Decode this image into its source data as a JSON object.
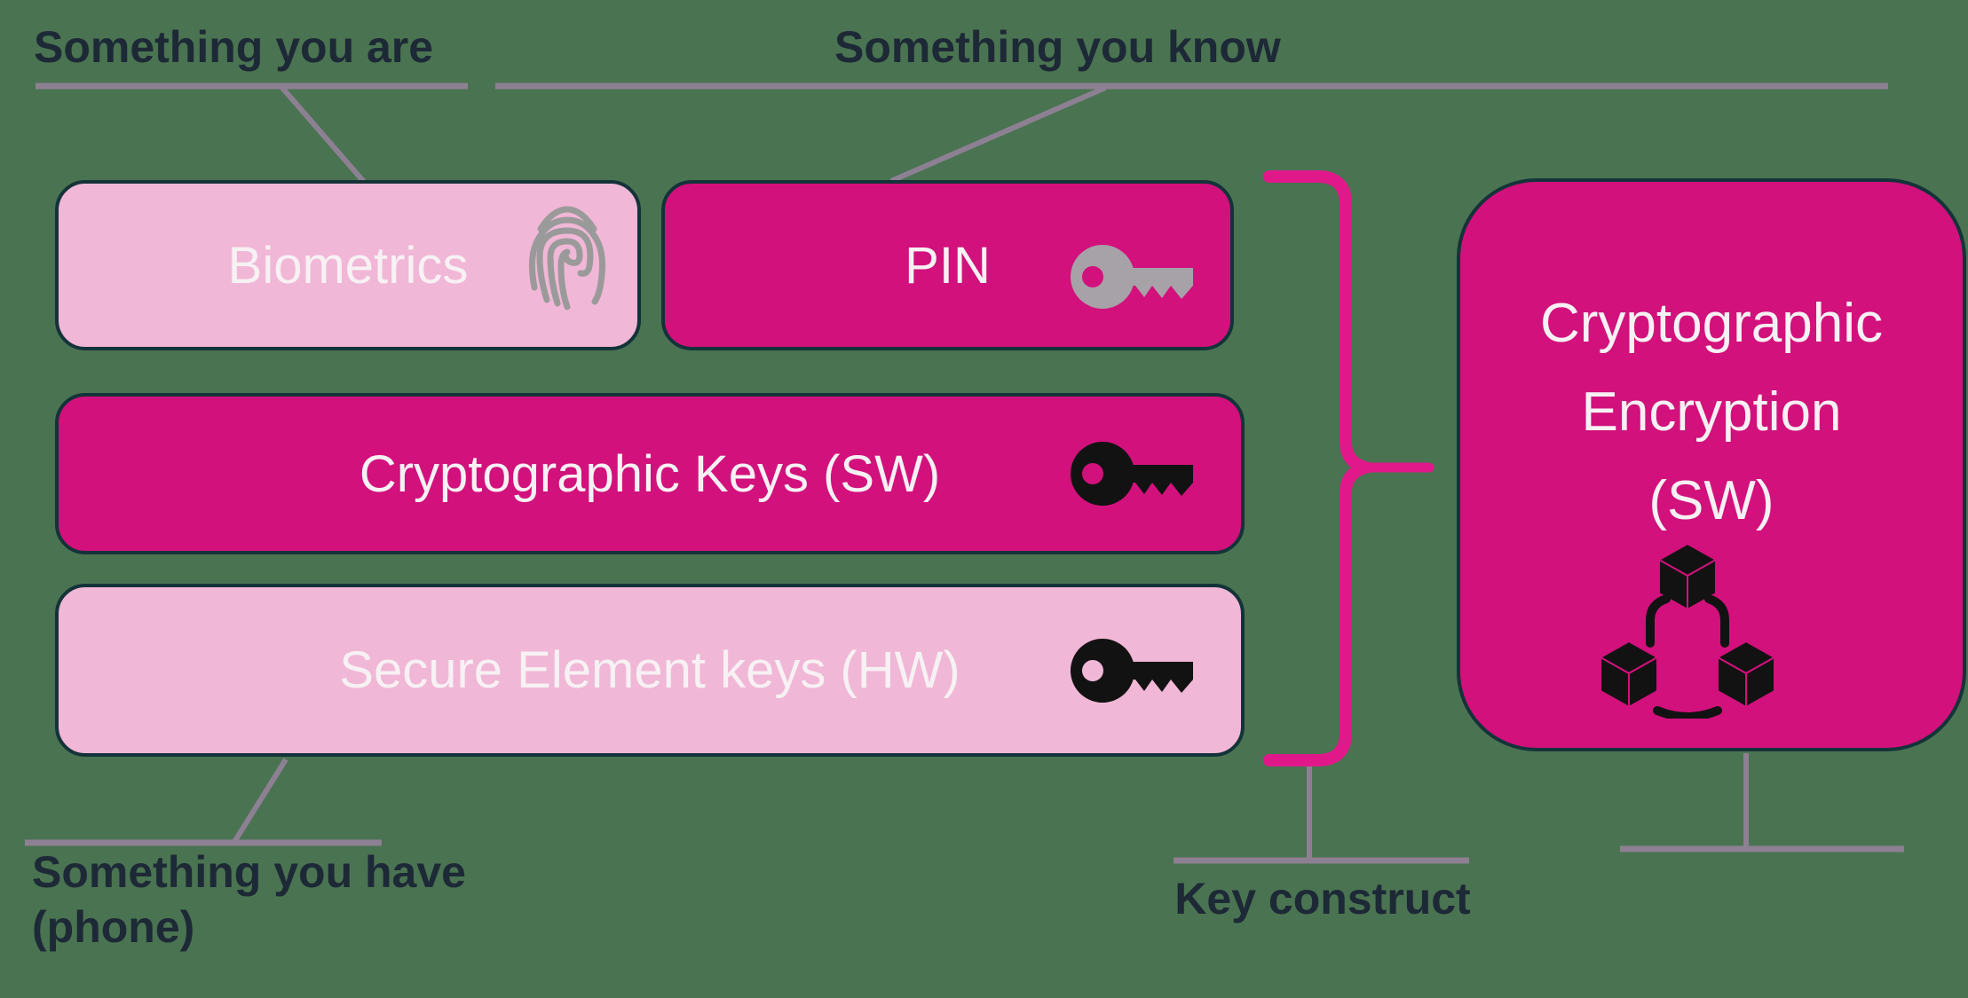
{
  "title": "Authentication factors to cryptographic encryption diagram",
  "colors": {
    "background": "#4a7351",
    "magenta_box": "#d2117c",
    "light_pink_box": "#f1b7d6",
    "box_border": "#143339",
    "box_text": "#f7f1f4",
    "label_text": "#1d2936",
    "connector_line": "#8d8093",
    "brace": "#e0188a",
    "gray_icon": "#a7a1a8",
    "black_icon": "#121212"
  },
  "annotations": {
    "something_you_are": "Something you are",
    "something_you_know": "Something you know",
    "something_you_have": "Something you have\n(phone)",
    "key_construct": "Key construct"
  },
  "boxes": {
    "biometrics": {
      "label": "Biometrics",
      "style": "light-pink",
      "icon": "fingerprint-icon"
    },
    "pin": {
      "label": "PIN",
      "style": "magenta",
      "icon": "key-icon-gray"
    },
    "crypto_keys": {
      "label": "Cryptographic  Keys (SW)",
      "style": "magenta",
      "icon": "key-icon-black"
    },
    "secure_element": {
      "label": "Secure Element keys (HW)",
      "style": "light-pink",
      "icon": "key-icon-black"
    },
    "crypto_encryption": {
      "label": "Cryptographic\nEncryption\n(SW)",
      "style": "magenta",
      "icon": "blockchain-icon"
    }
  },
  "connectors": {
    "brace": "curly-brace-grouping-three-rows",
    "lines": [
      "underline-something-you-are",
      "diagonal-to-biometrics",
      "underline-something-you-know",
      "diagonal-to-pin",
      "underline-something-you-have",
      "diagonal-from-secure-element",
      "key-construct-callout",
      "crypto-encryption-callout"
    ]
  }
}
